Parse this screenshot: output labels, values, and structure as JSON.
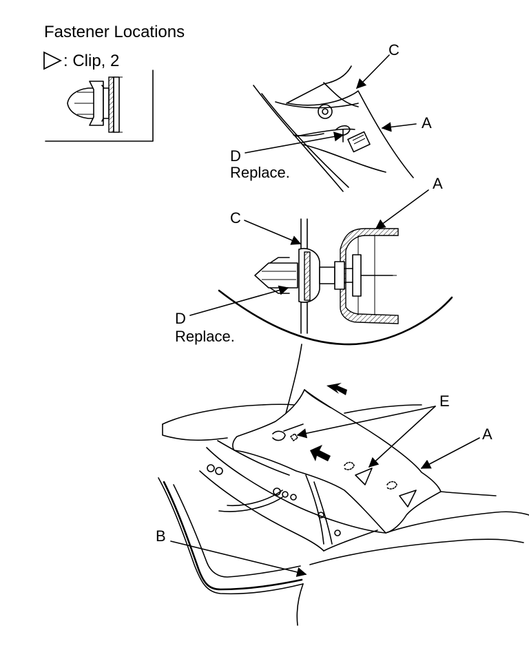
{
  "title": "Fastener Locations",
  "legend": {
    "symbol": "triangle-outline-icon",
    "text": ": Clip, 2"
  },
  "labels": {
    "A": "A",
    "B": "B",
    "C": "C",
    "D": "D",
    "E": "E",
    "replace": "Replace."
  }
}
